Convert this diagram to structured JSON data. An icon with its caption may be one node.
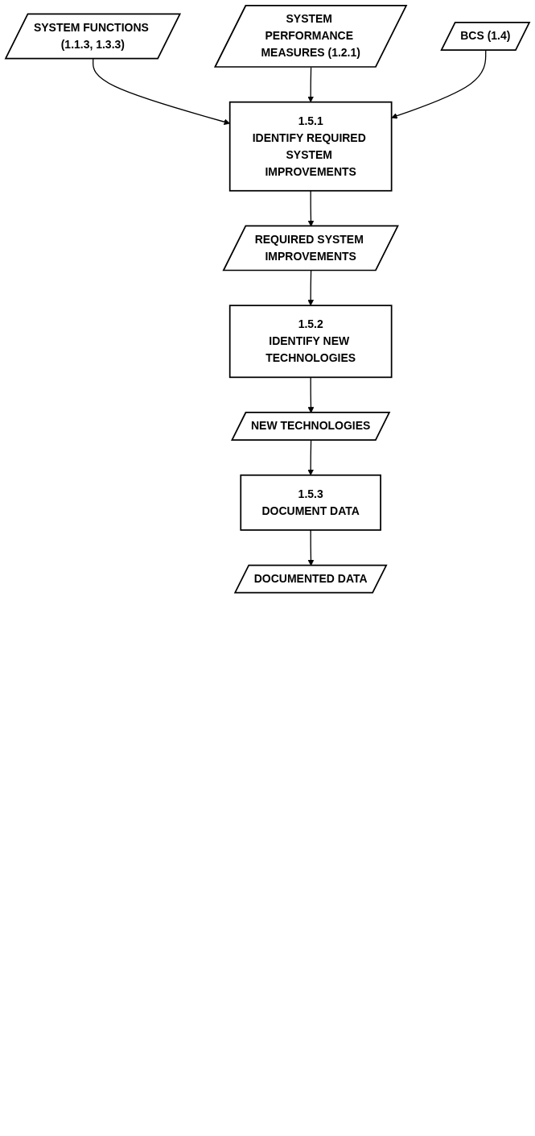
{
  "diagram": {
    "nodes": [
      {
        "text": [
          "SYSTEM FUNCTIONS (1.1.3, 1.3.3)"
        ]
      },
      {
        "text": [
          "SYSTEM PERFORMANCE MEASURES (1.2.1)"
        ]
      },
      {
        "text": [
          "BCS (1.4)"
        ]
      },
      {
        "text": [
          "1.5.1",
          "IDENTIFY REQUIRED SYSTEM IMPROVEMENTS"
        ]
      },
      {
        "text": [
          "REQUIRED SYSTEM IMPROVEMENTS"
        ]
      },
      {
        "text": [
          "1.5.2",
          "IDENTIFY NEW TECHNOLOGIES"
        ]
      },
      {
        "text": [
          "NEW TECHNOLOGIES"
        ]
      },
      {
        "text": [
          "1.5.3",
          "DOCUMENT DATA"
        ]
      },
      {
        "text": [
          "DOCUMENTED DATA"
        ]
      }
    ],
    "edges": [
      {
        "from": 0,
        "to": 3,
        "arrow": "to"
      },
      {
        "from": 1,
        "to": 3,
        "arrow": "to"
      },
      {
        "from": 2,
        "to": 3,
        "arrow": "to"
      },
      {
        "from": 3,
        "to": 4,
        "arrow": "to"
      },
      {
        "from": 4,
        "to": 5,
        "arrow": "to"
      },
      {
        "from": 5,
        "to": 6,
        "arrow": "to"
      },
      {
        "from": 6,
        "to": 7,
        "arrow": "to"
      },
      {
        "from": 7,
        "to": 8,
        "arrow": "to"
      }
    ]
  }
}
